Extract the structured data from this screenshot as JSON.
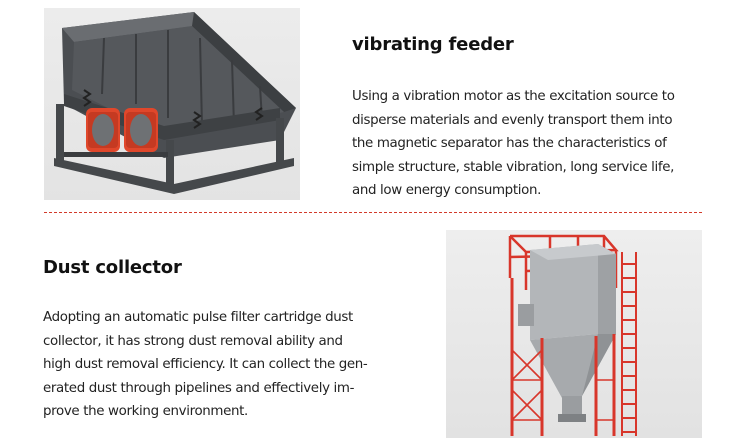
{
  "sections": [
    {
      "title": "vibrating feeder",
      "image_alt": "vibrating feeder",
      "lines": [
        "Using a vibration motor as the excitation source to",
        "disperse materials and evenly transport them into",
        "the magnetic separator has the characteristics of",
        "simple structure, stable vibration, long service life,",
        "and low energy consumption."
      ]
    },
    {
      "title": "Dust collector",
      "image_alt": "Dust collector",
      "lines": [
        "Adopting an automatic pulse filter cartridge dust",
        "collector, it has strong dust removal ability and",
        "high dust removal efficiency. It can collect the gen-",
        "erated dust through pipelines and effectively im-",
        "prove the working environment."
      ]
    }
  ],
  "colors": {
    "divider": "#d23a2a",
    "feeder_body": "#4a4d50",
    "motor": "#e0472b",
    "collector_frame": "#d8362b",
    "collector_body": "#b9bcbf"
  }
}
